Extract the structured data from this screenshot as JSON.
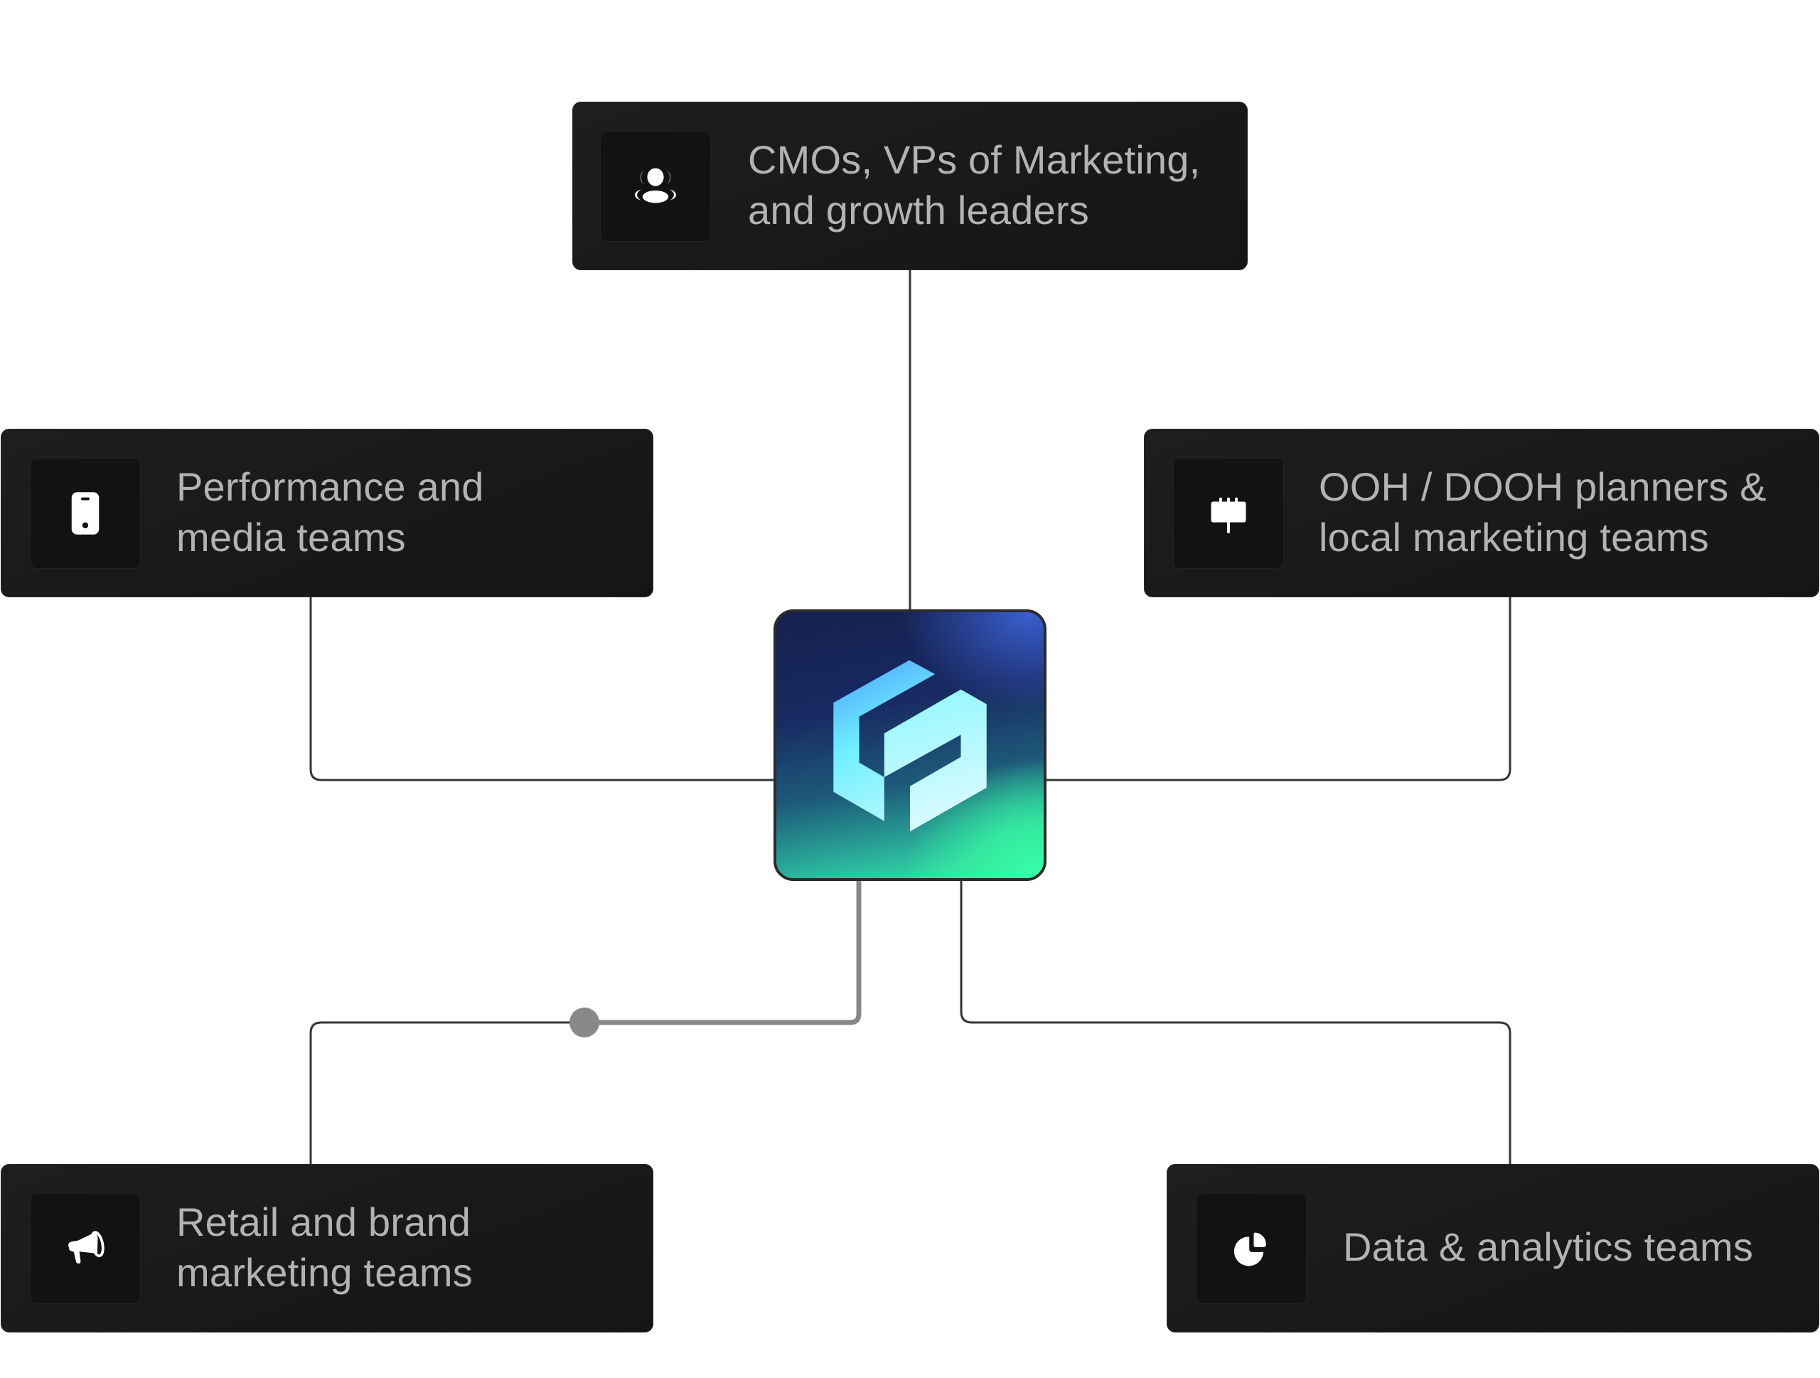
{
  "diagram": {
    "hub": {
      "name": "brand-logo",
      "icon": "hexagon-logo-icon",
      "colors": {
        "gradient_top": "#15204e",
        "gradient_corner": "#3a5fd0",
        "gradient_bottom": "#36f2a6",
        "mark_light": "#cffaff",
        "mark_blue": "#4aa8ff"
      }
    },
    "nodes": [
      {
        "id": "top",
        "icon": "users-group-icon",
        "label": "CMOs, VPs of Marketing,\nand growth leaders"
      },
      {
        "id": "left",
        "icon": "smartphone-icon",
        "label": "Performance and\nmedia teams"
      },
      {
        "id": "right",
        "icon": "billboard-icon",
        "label": "OOH / DOOH planners &\nlocal marketing teams"
      },
      {
        "id": "bottom-left",
        "icon": "megaphone-icon",
        "label": "Retail and brand\nmarketing teams"
      },
      {
        "id": "bottom-right",
        "icon": "pie-chart-icon",
        "label": "Data & analytics teams"
      }
    ],
    "edges": [
      {
        "from": "hub",
        "to": "top",
        "style": "default"
      },
      {
        "from": "hub",
        "to": "left",
        "style": "default"
      },
      {
        "from": "hub",
        "to": "right",
        "style": "default"
      },
      {
        "from": "hub",
        "to": "bottom-left",
        "style": "highlighted",
        "has_progress_dot": true
      },
      {
        "from": "hub",
        "to": "bottom-right",
        "style": "default"
      }
    ],
    "colors": {
      "background": "#ffffff",
      "card_bg": "#1b1b1b",
      "icon_box_bg": "#121212",
      "label_text": "#b3b3b3",
      "connector": "#353535",
      "connector_highlight": "#888888"
    }
  }
}
